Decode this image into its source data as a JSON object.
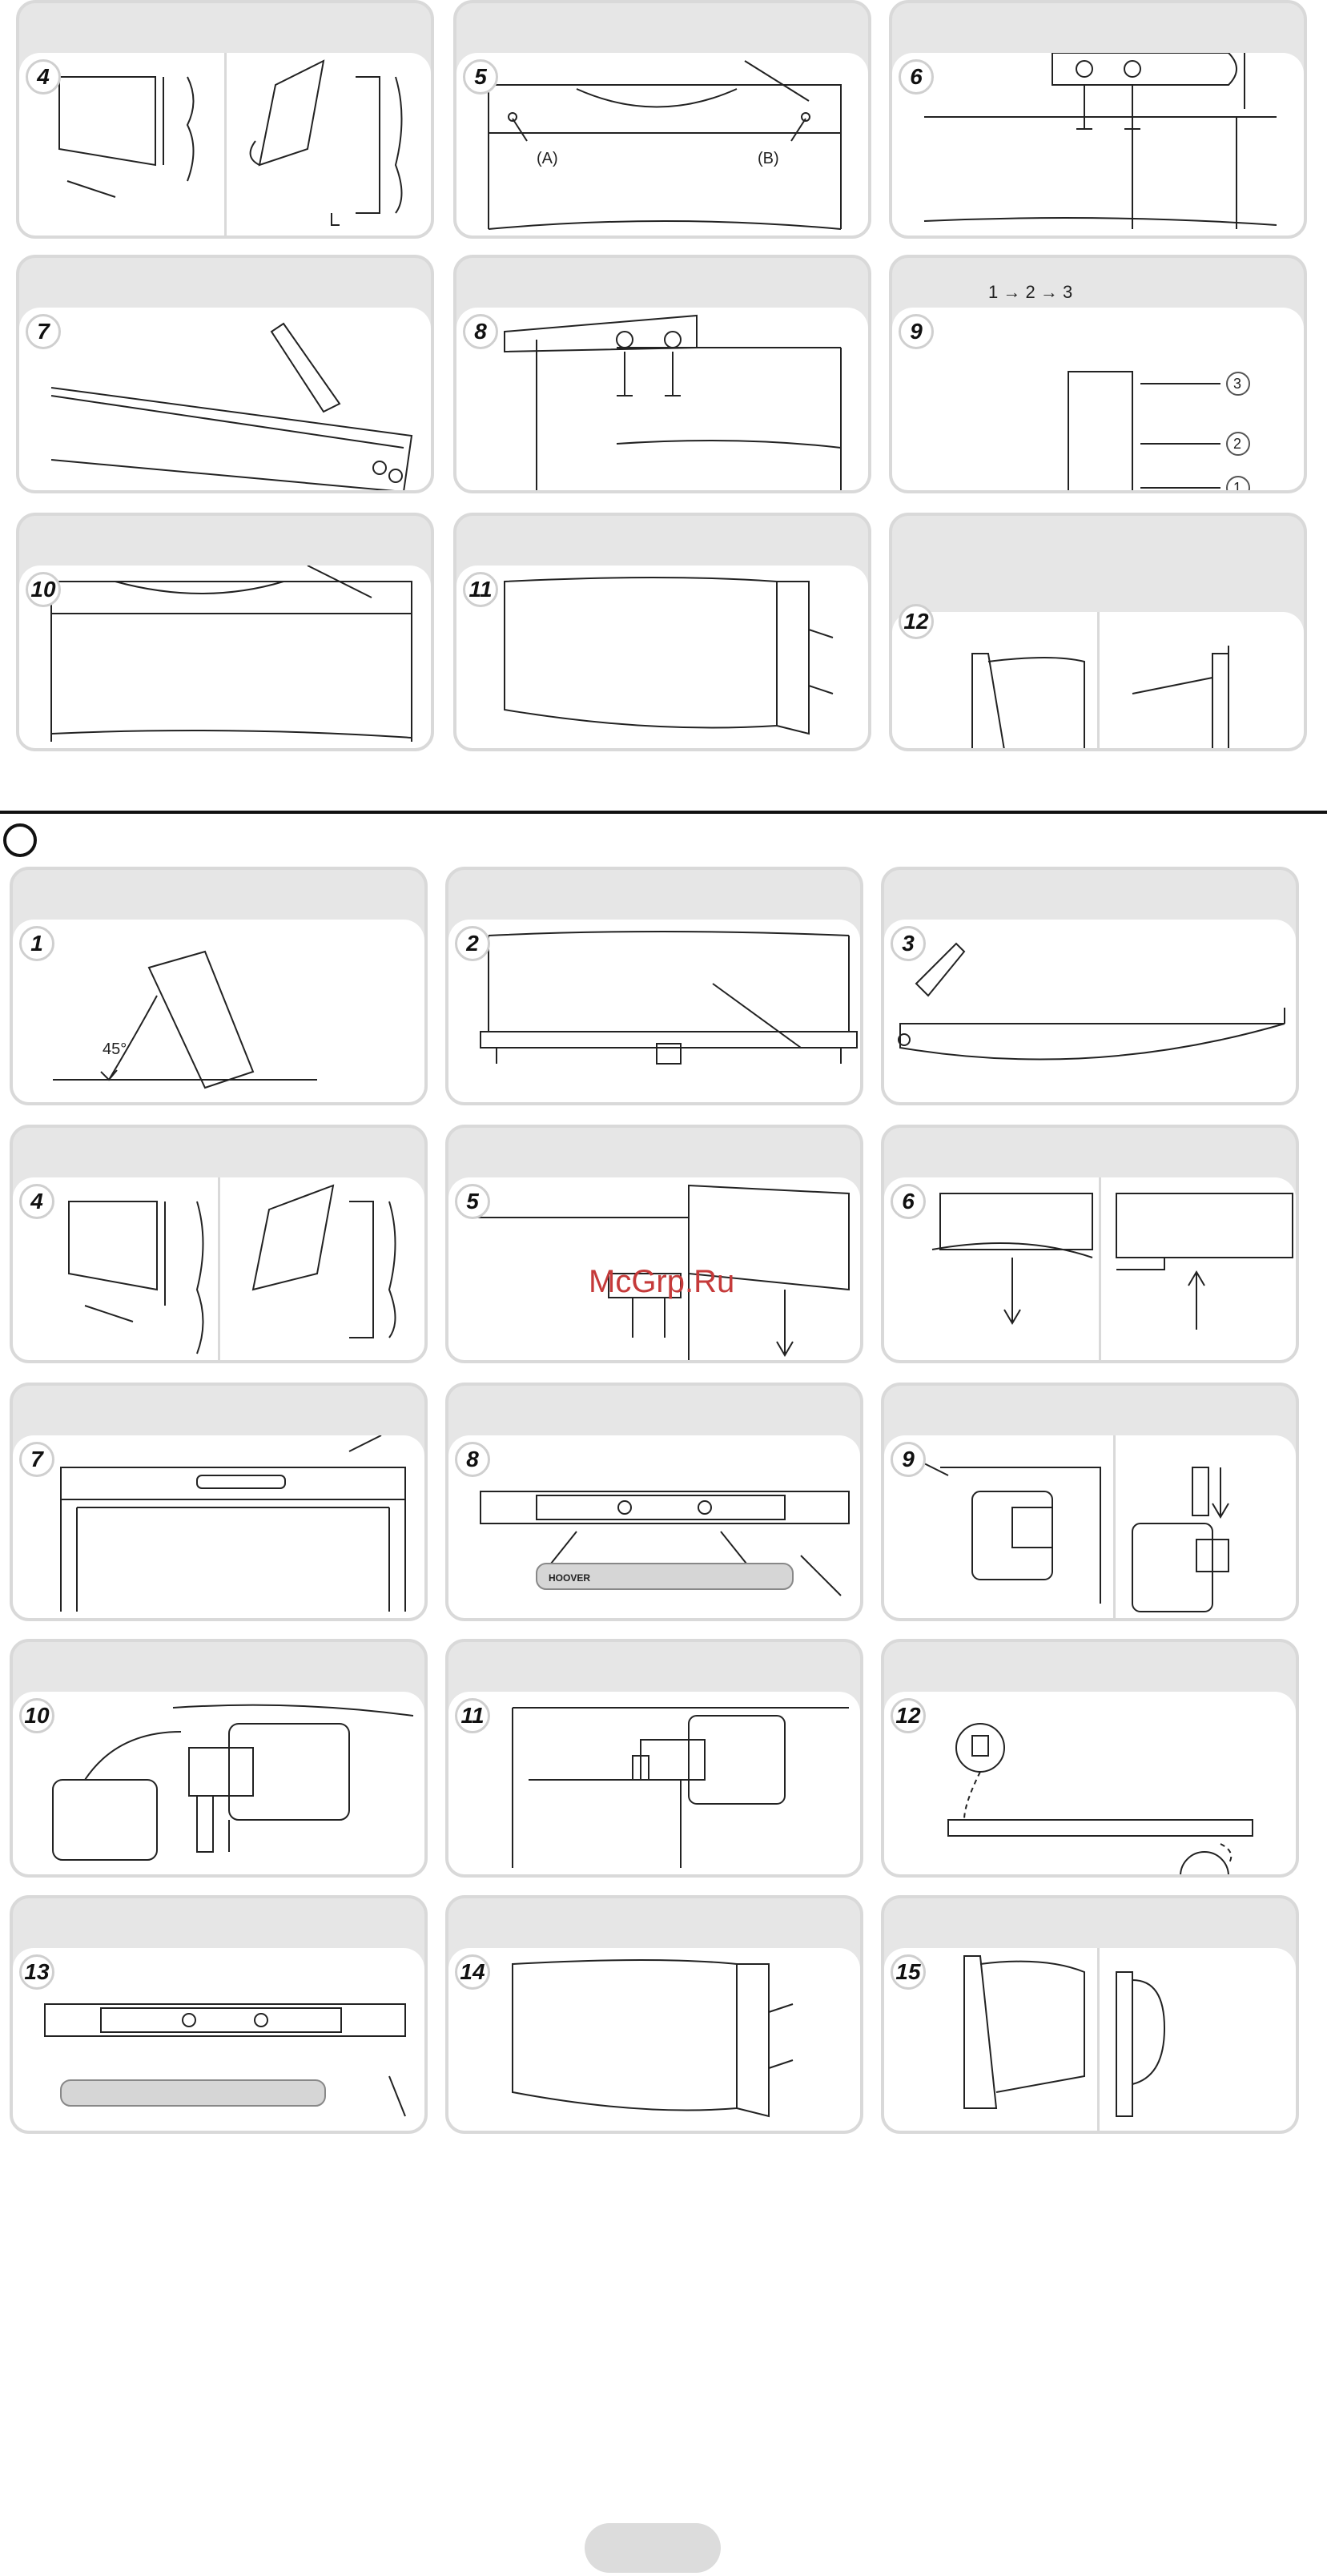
{
  "panels_top": [
    {
      "step": "4"
    },
    {
      "step": "5"
    },
    {
      "step": "6"
    },
    {
      "step": "7"
    },
    {
      "step": "8"
    },
    {
      "step": "9"
    },
    {
      "step": "10"
    },
    {
      "step": "11"
    },
    {
      "step": "12"
    }
  ],
  "panels_bottom": [
    {
      "step": "1"
    },
    {
      "step": "2"
    },
    {
      "step": "3"
    },
    {
      "step": "4"
    },
    {
      "step": "5"
    },
    {
      "step": "6"
    },
    {
      "step": "7"
    },
    {
      "step": "8"
    },
    {
      "step": "9"
    },
    {
      "step": "10"
    },
    {
      "step": "11"
    },
    {
      "step": "12"
    },
    {
      "step": "13"
    },
    {
      "step": "14"
    },
    {
      "step": "15"
    }
  ],
  "labels": {
    "screw_a": "(A)",
    "screw_b": "(B)",
    "sequence": {
      "n1": "1",
      "n2": "2",
      "n3": "3"
    },
    "pos1": "1",
    "pos2": "2",
    "pos3": "3",
    "angle": "45°",
    "brand": "HOOVER"
  },
  "watermark": "McGrp.Ru"
}
